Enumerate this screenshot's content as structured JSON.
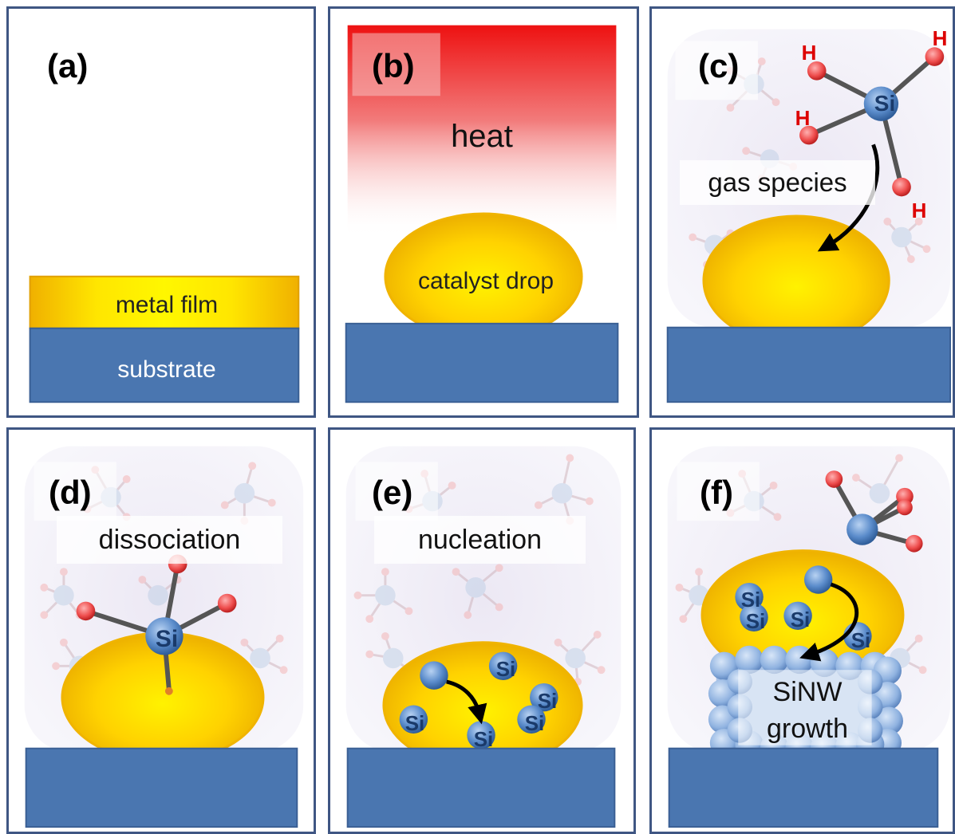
{
  "panels": [
    {
      "id": "a",
      "label": "(a)",
      "texts": {
        "film": "metal film",
        "substrate": "substrate"
      }
    },
    {
      "id": "b",
      "label": "(b)",
      "texts": {
        "heat": "heat",
        "drop": "catalyst drop"
      }
    },
    {
      "id": "c",
      "label": "(c)",
      "texts": {
        "gas": "gas species",
        "si": "Si",
        "h": "H"
      }
    },
    {
      "id": "d",
      "label": "(d)",
      "texts": {
        "process": "dissociation",
        "si": "Si"
      }
    },
    {
      "id": "e",
      "label": "(e)",
      "texts": {
        "process": "nucleation",
        "si": "Si"
      }
    },
    {
      "id": "f",
      "label": "(f)",
      "texts": {
        "wire_line1": "SiNW",
        "wire_line2": "growth",
        "si": "Si"
      }
    }
  ],
  "colors": {
    "frame": "#3f5683",
    "substrate": "#4a76b0",
    "gold": "#f5c400",
    "heat": "#ee1c1c",
    "atom_si": "#5a8ac5",
    "atom_h": "#ee5555",
    "bond": "#555555",
    "h_text": "#dd0000"
  }
}
